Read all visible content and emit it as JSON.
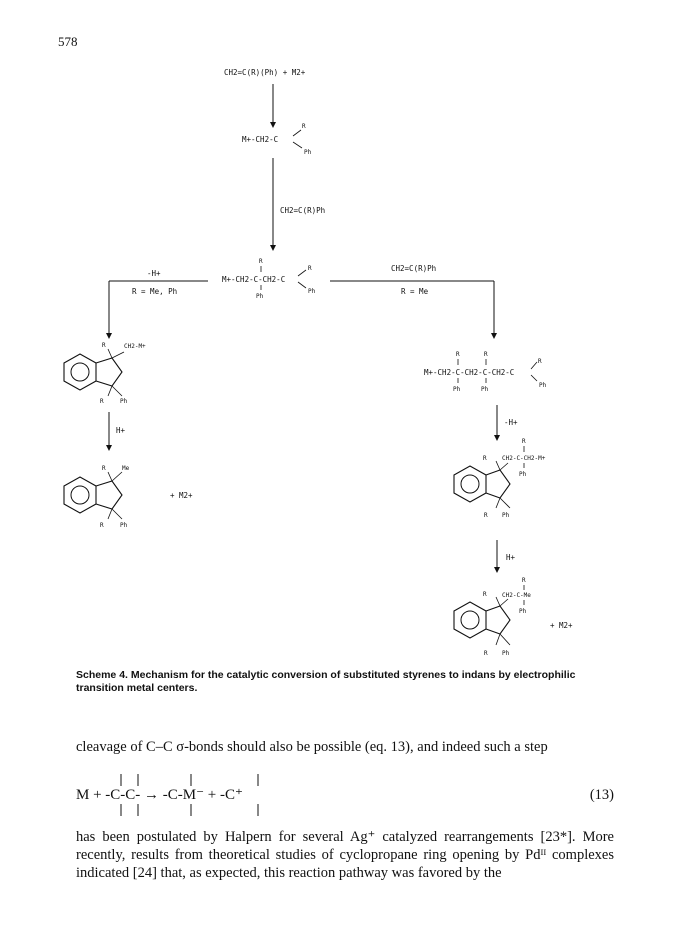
{
  "page_number": "578",
  "scheme": {
    "start": "CH2=C(R)(Ph) + M2+",
    "cation1": {
      "m": "M+-CH2-C",
      "r": "R",
      "ph": "Ph"
    },
    "reagent_down": "CH2=C(R)Ph",
    "dimer_cation": {
      "chain": "M+-CH2-C-CH2-C",
      "r_top": "R",
      "r_right": "R",
      "ph_bottom": "Ph",
      "ph_right": "Ph"
    },
    "left_branch": {
      "label_top": "-H+",
      "label_bottom": "R = Me, Ph"
    },
    "right_branch": {
      "label_top": "CH2=C(R)Ph",
      "label_bottom": "R = Me"
    },
    "indan_left_1": {
      "r_top": "R",
      "subst": "CH2-M+",
      "r_bottom": "R",
      "ph": "Ph"
    },
    "step_left": "H+",
    "indan_left_2": {
      "r_top": "R",
      "me": "Me",
      "r_bottom": "R",
      "ph": "Ph",
      "plus_m": "+ M2+"
    },
    "trimer_cation": {
      "chain": "M+-CH2-C-CH2-C-CH2-C",
      "r1": "R",
      "r2": "R",
      "r3": "R",
      "ph1": "Ph",
      "ph2": "Ph",
      "ph3": "Ph"
    },
    "step_right_1": "-H+",
    "indan_right_1": {
      "r_top": "R",
      "subst": "CH2-C-CH2-M+",
      "r_sub": "R",
      "ph_sub": "Ph",
      "r_bottom": "R",
      "ph": "Ph"
    },
    "step_right_2": "H+",
    "indan_right_2": {
      "r_top": "R",
      "subst": "CH2-C-Me",
      "r_sub": "R",
      "ph_sub": "Ph",
      "r_bottom": "R",
      "ph": "Ph",
      "plus_m": "+ M2+"
    }
  },
  "caption": "Scheme 4. Mechanism for the catalytic conversion of substituted styrenes to indans by electrophilic transition metal centers.",
  "paragraph_1": "cleavage of C–C σ-bonds should also be possible (eq. 13), and indeed such a step",
  "equation": {
    "text": "M + -C-C- → -C-M⁻ + -C⁺",
    "number": "(13)"
  },
  "paragraph_2": "has been postulated by Halpern for several Ag⁺ catalyzed rearrangements [23*]. More recently, results from theoretical studies of cyclopropane ring opening by Pdᴵᴵ complexes indicated [24] that, as expected, this reaction pathway was favored by the"
}
